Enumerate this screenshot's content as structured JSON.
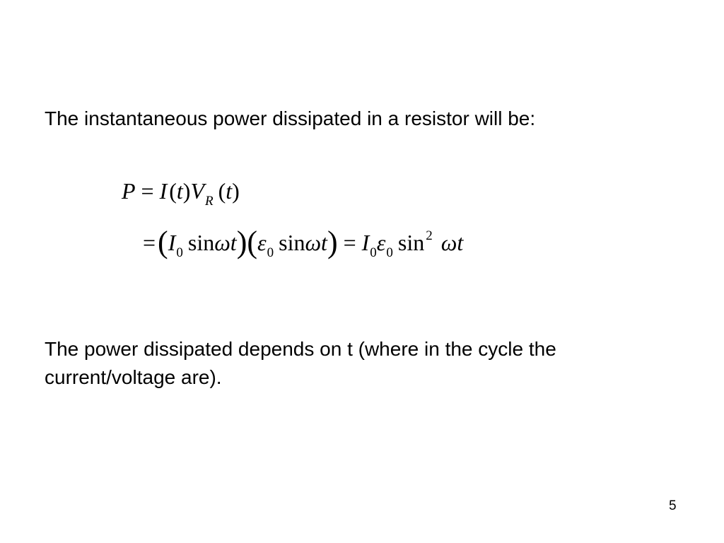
{
  "slide": {
    "intro_text": "The instantaneous power dissipated in a resistor will be:",
    "conclusion_text": "The power dissipated depends on t (where in the cycle the current/voltage are).",
    "page_number": "5"
  },
  "equation": {
    "line1": {
      "lhs": "P",
      "eq": "=",
      "current": "I",
      "lparen": "(",
      "t": "t",
      "rparen": ")",
      "voltage": "V",
      "voltage_sub": "R"
    },
    "line2": {
      "eq": "=",
      "big_lparen": "(",
      "big_rparen": ")",
      "current": "I",
      "zero": "0",
      "sin": "sin",
      "omega": "ω",
      "t": "t",
      "epsilon": "ε",
      "squared": "2"
    }
  }
}
